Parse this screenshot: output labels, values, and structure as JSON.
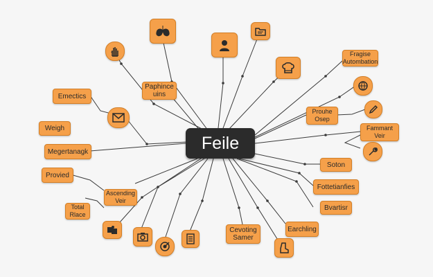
{
  "hub": {
    "label": "Feile"
  },
  "labels": {
    "l_fragise": "Fragise\nAutombation",
    "l_emectics": "Emectics",
    "l_weigh": "Weigh",
    "l_megertanagk": "Megertanagk",
    "l_provied": "Provied",
    "l_total": "Total\nRlace",
    "l_paphince": "Paphince\nuins",
    "l_prouhe": "Prouhe\nOsep",
    "l_fammant": "Fammant\nVeir",
    "l_soton": "Soton",
    "l_fottetianfies": "Fottetianfies",
    "l_bvartisr": "Bvartisr",
    "l_ascending": "Ascending\nVeir",
    "l_cevoting": "Cevoting\nSamer",
    "l_earchling": "Earchling"
  },
  "icons": {
    "i_lungs": "lungs-icon",
    "i_hand": "hand-icon",
    "i_person": "person-icon",
    "i_folder": "folder-icon",
    "i_chef": "chef-hat-icon",
    "i_globe": "globe-icon",
    "i_mail": "mail-icon",
    "i_pen": "pen-icon",
    "i_tool": "tool-icon",
    "i_puzzle": "puzzle-icon",
    "i_camera": "camera-icon",
    "i_target": "target-icon",
    "i_doc": "document-icon",
    "i_boot": "boot-icon"
  },
  "colors": {
    "accent": "#f5a04a",
    "accent_border": "#d47e24",
    "hub": "#2b2b2b",
    "line": "#3a3a3a"
  }
}
